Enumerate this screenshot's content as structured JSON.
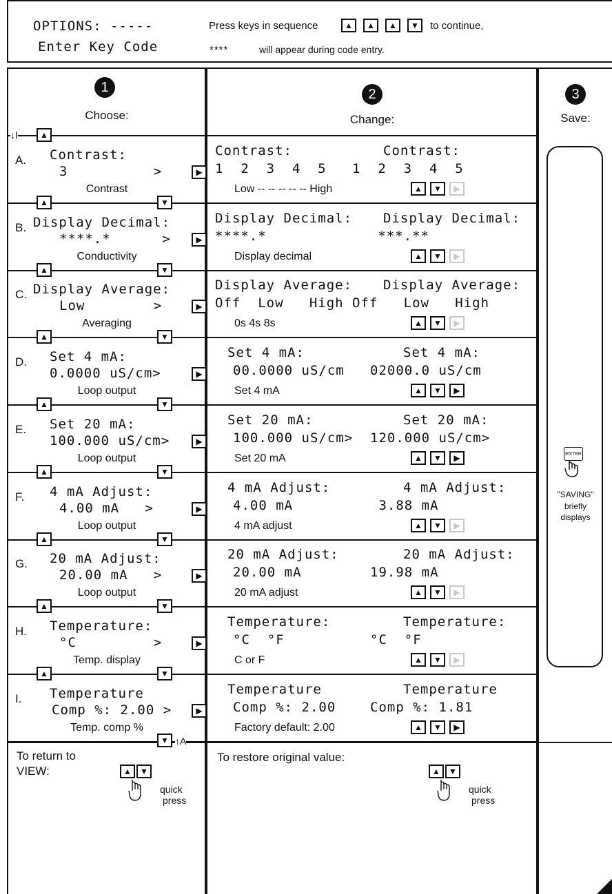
{
  "header": {
    "options_line": "OPTIONS: -----",
    "enter_key_code": "Enter Key Code",
    "press_keys": "Press keys in sequence",
    "to_continue": "to continue,",
    "stars": "****",
    "will_appear": "will appear during code entry."
  },
  "columns": {
    "choose": {
      "num": "1",
      "label": "Choose:"
    },
    "change": {
      "num": "2",
      "label": "Change:"
    },
    "save": {
      "num": "3",
      "label": "Save:"
    }
  },
  "rows": [
    {
      "letter": "A.",
      "lcd1": "Contrast:",
      "lcd2": "3          >",
      "caption": "Contrast",
      "c_lcd1_left": "Contrast:",
      "c_lcd1_right": "Contrast:",
      "c_lcd2": "1  2  3  4  5   1  2  3  4  5",
      "c_caption": "Low  --  --  --  --  --  High"
    },
    {
      "letter": "B.",
      "lcd1": "Display Decimal:",
      "lcd2": "****.*      >",
      "caption": "Conductivity",
      "c_lcd1_left": "Display Decimal:",
      "c_lcd1_right": "Display Decimal:",
      "c_lcd2": "****.*             ***.**",
      "c_caption": "Display decimal"
    },
    {
      "letter": "C.",
      "lcd1": "Display Average:",
      "lcd2": "Low        >",
      "caption": "Averaging",
      "c_lcd1_left": "Display Average:",
      "c_lcd1_right": "Display Average:",
      "c_lcd2": "Off  Low   High Off   Low   High",
      "c_caption": "0s         4s          8s"
    },
    {
      "letter": "D.",
      "lcd1": "Set 4 mA:",
      "lcd2": "0.0000 uS/cm>",
      "caption": "Loop output",
      "c_lcd1_left": "Set 4 mA:",
      "c_lcd1_right": "Set 4 mA:",
      "c_lcd2": "00.0000 uS/cm   02000.0 uS/cm",
      "c_caption": "Set 4 mA"
    },
    {
      "letter": "E.",
      "lcd1": "Set 20 mA:",
      "lcd2": "100.000 uS/cm>",
      "caption": "Loop output",
      "c_lcd1_left": "Set 20 mA:",
      "c_lcd1_right": "Set 20 mA:",
      "c_lcd2": "100.000 uS/cm>  120.000 uS/cm>",
      "c_caption": "Set 20 mA"
    },
    {
      "letter": "F.",
      "lcd1": "4 mA Adjust:",
      "lcd2": "4.00 mA   >",
      "caption": "Loop output",
      "c_lcd1_left": "4 mA Adjust:",
      "c_lcd1_right": "4 mA Adjust:",
      "c_lcd2": "4.00 mA          3.88 mA",
      "c_caption": "4 mA adjust"
    },
    {
      "letter": "G.",
      "lcd1": "20 mA Adjust:",
      "lcd2": "20.00 mA   >",
      "caption": "Loop output",
      "c_lcd1_left": "20 mA Adjust:",
      "c_lcd1_right": "20 mA Adjust:",
      "c_lcd2": "20.00 mA        19.98 mA",
      "c_caption": "20 mA adjust"
    },
    {
      "letter": "H.",
      "lcd1": "Temperature:",
      "lcd2": "°C         >",
      "caption": "Temp. display",
      "c_lcd1_left": "Temperature:",
      "c_lcd1_right": "Temperature:",
      "c_lcd2": "°C  °F          °C  °F",
      "c_caption": "C or F"
    },
    {
      "letter": "I.",
      "lcd1": "Temperature",
      "lcd2": "Comp %: 2.00 >",
      "caption": "Temp. comp %",
      "c_lcd1_left": "Temperature",
      "c_lcd1_right": "Temperature",
      "c_lcd2": "Comp %: 2.00    Comp %: 1.81",
      "c_caption": "Factory default: 2.00"
    }
  ],
  "save": {
    "enter_key": "ENTER",
    "saving": "\"SAVING\"",
    "briefly": "briefly",
    "displays": "displays"
  },
  "footer": {
    "return_line1": "To return to",
    "return_line2": "VIEW:",
    "quick": "quick",
    "press": "press",
    "restore": "To restore original value:",
    "quick2": "quick",
    "press2": "press"
  },
  "arrows": {
    "up": "▲",
    "down": "▼",
    "right": "▶",
    "top_marker": "↓I",
    "bottom_marker": "↑A"
  }
}
